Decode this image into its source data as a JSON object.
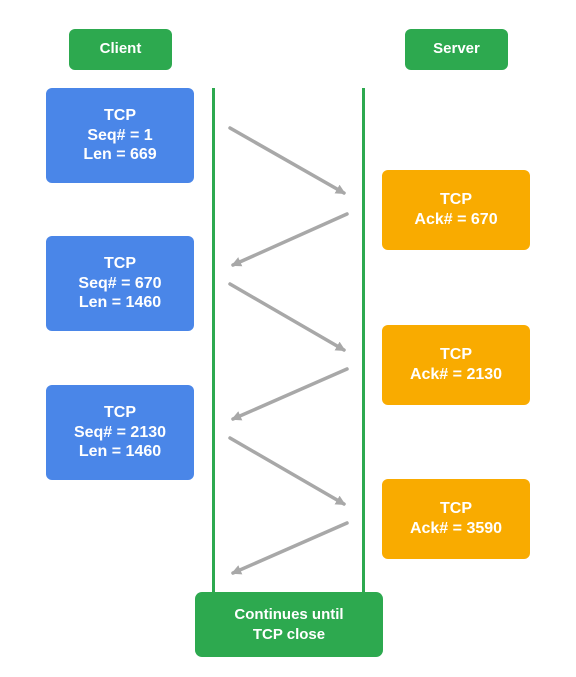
{
  "header": {
    "client_label": "Client",
    "server_label": "Server"
  },
  "client_packets": [
    {
      "line1": "TCP",
      "line2": "Seq# = 1",
      "line3": "Len = 669"
    },
    {
      "line1": "TCP",
      "line2": "Seq# = 670",
      "line3": "Len = 1460"
    },
    {
      "line1": "TCP",
      "line2": "Seq# = 2130",
      "line3": "Len = 1460"
    }
  ],
  "server_acks": [
    {
      "line1": "TCP",
      "line2": "Ack# = 670"
    },
    {
      "line1": "TCP",
      "line2": "Ack# = 2130"
    },
    {
      "line1": "TCP",
      "line2": "Ack# = 3590"
    }
  ],
  "footer": {
    "line1": "Continues until",
    "line2": "TCP close"
  },
  "colors": {
    "green": "#2da94f",
    "blue": "#4a86e8",
    "orange": "#f9ab00",
    "arrow": "#a8a8a8"
  }
}
